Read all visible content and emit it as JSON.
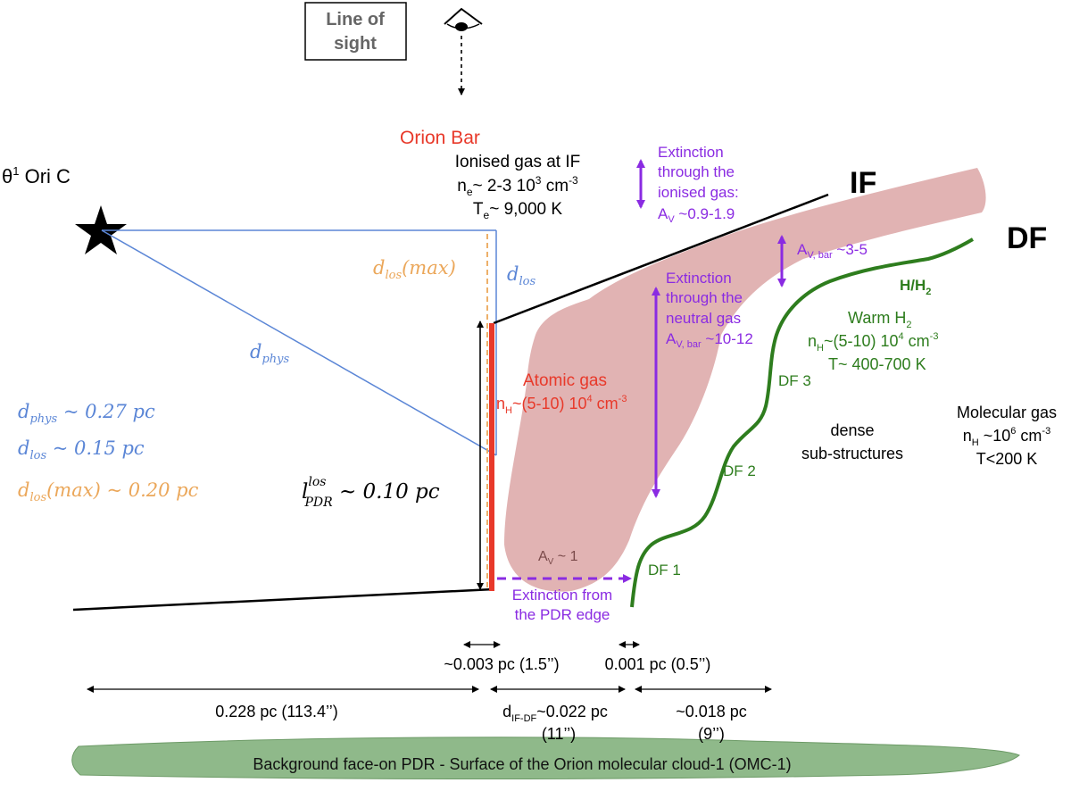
{
  "colors": {
    "red": "#e8392a",
    "blue": "#5b86d6",
    "orange": "#eba75a",
    "purple": "#8a2be2",
    "green": "#2e7d1e",
    "pink_fill": "#d79a9a",
    "ground_fill": "#8fb98a",
    "ground_edge": "#6c9a66"
  },
  "line_of_sight": {
    "line1": "Line of",
    "line2": "sight",
    "icon": "eye-icon"
  },
  "star": {
    "label_main": "θ",
    "label_sup": "1",
    "label_rest": " Ori C",
    "icon": "star-icon"
  },
  "orion_bar": {
    "title": "Orion Bar",
    "line1": "Ionised gas at IF",
    "ne_a": "n",
    "ne_sub": "e",
    "ne_b": "~ 2-3 10",
    "ne_sup": "3",
    "ne_c": " cm",
    "ne_sup2": "-3",
    "te_a": "T",
    "te_sub": "e",
    "te_b": "~ 9,000 K"
  },
  "labels": {
    "IF": "IF",
    "DF": "DF",
    "HH2_a": "H/H",
    "HH2_sub": "2",
    "d_los_max_a": "d",
    "d_los_max_sub": "los",
    "d_los_max_b": "(max)",
    "d_los_a": "d",
    "d_los_sub": "los",
    "d_phys_a": "d",
    "d_phys_sub": "phys",
    "eq_phys_a": "d",
    "eq_phys_sub": "phys",
    "eq_phys_b": " ~ 0.27 pc",
    "eq_los_a": "d",
    "eq_los_sub": "los",
    "eq_los_b": " ~ 0.15 pc",
    "eq_max_a": "d",
    "eq_max_sub": "los",
    "eq_max_b": "(max) ~ 0.20 pc",
    "lpdr_a": "l",
    "lpdr_sup": "los",
    "lpdr_sub": "PDR",
    "lpdr_b": " ~ 0.10 pc"
  },
  "extinction": {
    "ionised_l1": "Extinction",
    "ionised_l2": "through the",
    "ionised_l3": "ionised gas:",
    "ionised_l4a": "A",
    "ionised_l4sub": "V",
    "ionised_l4b": " ~0.9-1.9",
    "bar_a": "A",
    "bar_sub": "V, bar",
    "bar_b": " ~3-5",
    "neutral_l1": "Extinction",
    "neutral_l2": "through the",
    "neutral_l3": "neutral gas",
    "neutral_l4a": "A",
    "neutral_l4sub": "V, bar",
    "neutral_l4b": " ~10-12",
    "edge_l1": "Extinction from",
    "edge_l2": "the PDR edge",
    "av1_a": "A",
    "av1_sub": "V",
    "av1_b": " ~ 1"
  },
  "atomic": {
    "title": "Atomic gas",
    "na": "n",
    "nsub": "H",
    "nb": "~(5-10) 10",
    "nsup": "4",
    "nc": " cm",
    "nsup2": "-3"
  },
  "warm": {
    "title_a": "Warm H",
    "title_sub": "2",
    "na": "n",
    "nsub": "H",
    "nb": "~(5-10) 10",
    "nsup": "4",
    "nc": " cm",
    "nsup2": "-3",
    "temp": "T~ 400-700 K"
  },
  "molecular": {
    "title": "Molecular gas",
    "na": "n",
    "nsub": "H",
    "nb": " ~10",
    "nsup": "6",
    "nc": " cm",
    "nsup2": "-3",
    "temp": "T<200 K"
  },
  "dense": {
    "line1": "dense",
    "line2": "sub-structures"
  },
  "df_labels": {
    "df1": "DF 1",
    "df2": "DF 2",
    "df3": "DF 3"
  },
  "scales": {
    "s003": "~0.003 pc (1.5’’)",
    "s001": "0.001 pc (0.5’’)",
    "s228": "0.228 pc (113.4’’)",
    "dif_a": "d",
    "dif_sub": "IF-DF",
    "dif_b": "~0.022 pc",
    "dif_c": "(11’’)",
    "s018": "~0.018 pc",
    "s018b": "(9’’)"
  },
  "background_label": "Background face-on PDR - Surface of the Orion molecular cloud-1 (OMC-1)"
}
